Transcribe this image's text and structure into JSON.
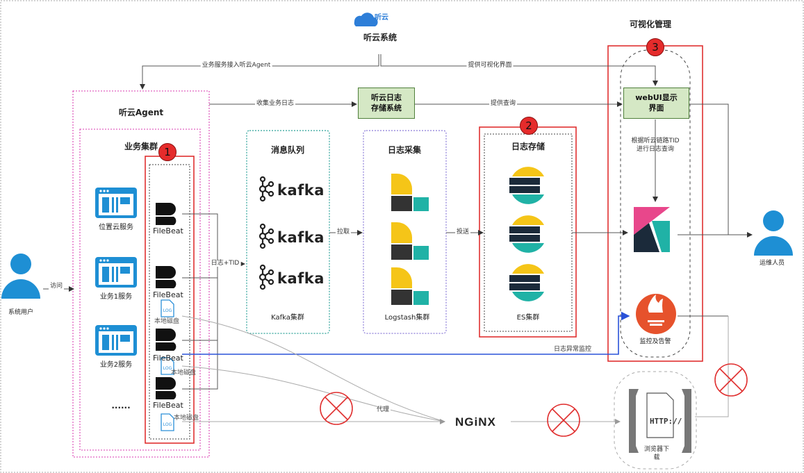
{
  "tingyun": {
    "logo_text": "听云",
    "system": "听云系统"
  },
  "top_title": "可视化管理",
  "agent": {
    "title": "听云Agent",
    "cluster_title": "业务集群"
  },
  "services": [
    {
      "label": "位置云服务"
    },
    {
      "label": "业务1服务"
    },
    {
      "label": "业务2服务"
    },
    {
      "label": "......"
    }
  ],
  "filebeat": {
    "label": "FileBeat"
  },
  "local_disk": {
    "label": "本地磁盘"
  },
  "system_user": "系统用户",
  "ops_user": "运维人员",
  "sections": {
    "queue": {
      "title": "消息队列",
      "cluster": "Kafka集群",
      "logo": "kafka"
    },
    "collect": {
      "title": "日志采集",
      "cluster": "Logstash集群"
    },
    "storage": {
      "title": "日志存储",
      "cluster": "ES集群"
    }
  },
  "tingyun_log_store": "听云日志\n存储系统",
  "webui": "webUI显示\n界面",
  "query_note": "根据听云链路TID\n进行日志查询",
  "monitor": "监控及告警",
  "nginx": "NGiNX",
  "browser": {
    "label": "浏览器下\n载",
    "http": "HTTP://"
  },
  "markers": [
    "1",
    "2",
    "3"
  ],
  "edges": {
    "access": "访问",
    "agent_access": "业务服务接入听云Agent",
    "provide_ui": "提供可视化界面",
    "collect_logs": "收集业务日志",
    "provide_query": "提供查询",
    "log_tid": "日志+TID",
    "pull": "拉取",
    "deliver": "投送",
    "log_monitor": "日志异常监控",
    "proxy": "代理"
  }
}
